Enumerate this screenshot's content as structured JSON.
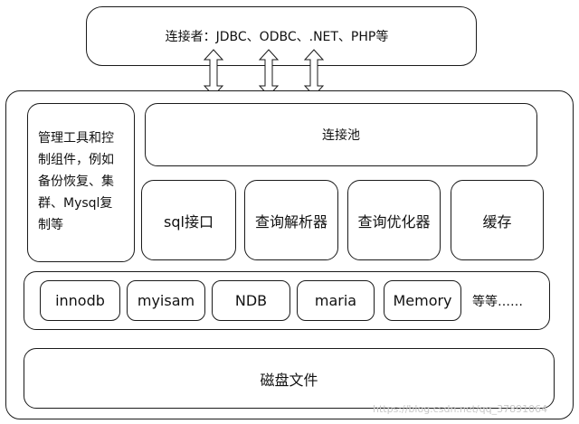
{
  "connectors": {
    "label": "连接者：JDBC、ODBC、.NET、PHP等"
  },
  "management": {
    "lines": [
      "管理工具和控",
      "制组件，例如",
      "备份恢复、集",
      "群、Mysql复",
      "制等"
    ]
  },
  "pool": {
    "label": "连接池"
  },
  "services": [
    {
      "label": "sql接口"
    },
    {
      "label": "查询解析器"
    },
    {
      "label": "查询优化器"
    },
    {
      "label": "缓存"
    }
  ],
  "engines": [
    {
      "label": "innodb"
    },
    {
      "label": "myisam"
    },
    {
      "label": "NDB"
    },
    {
      "label": "maria"
    },
    {
      "label": "Memory"
    }
  ],
  "engines_more": {
    "label": "等等……"
  },
  "disk": {
    "label": "磁盘文件"
  },
  "watermark": {
    "label": "https://blog.csdn.net/qq_37891064"
  },
  "colors": {
    "stroke": "#1a1a1a",
    "background": "#ffffff",
    "watermark": "#c8c8c8"
  }
}
